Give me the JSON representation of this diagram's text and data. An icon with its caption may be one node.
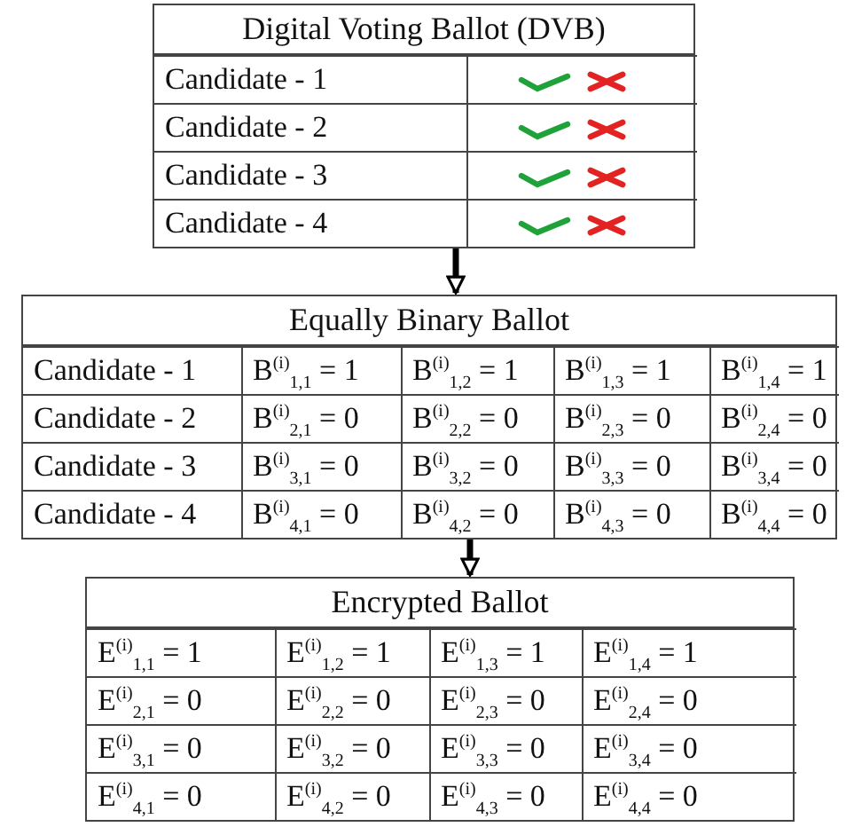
{
  "diagram": {
    "nodes": [
      {
        "text": [
          "Digital Voting Ballot (DVB)"
        ]
      },
      {
        "text": [
          "Equally Binary Ballot"
        ]
      },
      {
        "text": [
          "Encrypted Ballot"
        ]
      }
    ],
    "edges": [
      {
        "from": 0,
        "to": 1,
        "arrow": "to"
      },
      {
        "from": 1,
        "to": 2,
        "arrow": "to"
      }
    ],
    "labels": [
      "Candidate - 1",
      "Candidate - 2",
      "Candidate - 3",
      "Candidate - 4",
      "Candidate - 1",
      "B$^{(i)}$$_{1,1}$ = 1",
      "B$^{(i)}$$_{1,2}$ = 1",
      "B$^{(i)}$$_{1,3}$ = 1",
      "B$^{(i)}$$_{1,4}$ = 1",
      "Candidate - 2",
      "B$^{(i)}$$_{2,1}$ = 0",
      "B$^{(i)}$$_{2,2}$ = 0",
      "B$^{(i)}$$_{2,3}$ = 0",
      "B$^{(i)}$$_{2,4}$ = 0",
      "Candidate - 3",
      "B$^{(i)}$$_{3,1}$ = 0",
      "B$^{(i)}$$_{3,2}$ = 0",
      "B$^{(i)}$$_{3,3}$ = 0",
      "B$^{(i)}$$_{3,4}$ = 0",
      "Candidate - 4",
      "B$^{(i)}$$_{4,1}$ = 0",
      "B$^{(i)}$$_{4,2}$ = 0",
      "B$^{(i)}$$_{4,3}$ = 0",
      "B$^{(i)}$$_{4,4}$ = 0",
      "E$^{(i)}$$_{1,1}$ = 1",
      "E$^{(i)}$$_{1,2}$ = 1",
      "E$^{(i)}$$_{1,3}$ = 1",
      "E$^{(i)}$$_{1,4}$ = 1",
      "E$^{(i)}$$_{2,1}$ = 0",
      "E$^{(i)}$$_{2,2}$ = 0",
      "E$^{(i)}$$_{2,3}$ = 0",
      "E$^{(i)}$$_{2,4}$ = 0",
      "E$^{(i)}$$_{3,1}$ = 0",
      "E$^{(i)}$$_{3,2}$ = 0",
      "E$^{(i)}$$_{3,3}$ = 0",
      "E$^{(i)}$$_{3,4}$ = 0",
      "E$^{(i)}$$_{4,1}$ = 0",
      "E$^{(i)}$$_{4,2}$ = 0",
      "E$^{(i)}$$_{4,3}$ = 0",
      "E$^{(i)}$$_{4,4}$ = 0"
    ]
  }
}
